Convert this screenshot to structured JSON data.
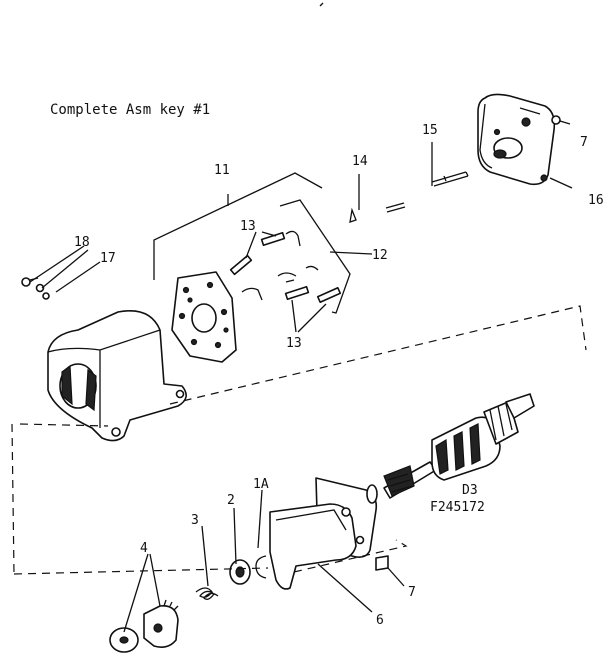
{
  "title": "Complete Asm key #1",
  "drawing_id": {
    "line1": "D3",
    "line2": "F245172"
  },
  "callouts": {
    "c1A": "1A",
    "c2": "2",
    "c3": "3",
    "c4": "4",
    "c6": "6",
    "c7a": "7",
    "c7b": "7",
    "c11": "11",
    "c12": "12",
    "c13a": "13",
    "c13b": "13",
    "c14": "14",
    "c15": "15",
    "c16": "16",
    "c17": "17",
    "c18": "18"
  }
}
